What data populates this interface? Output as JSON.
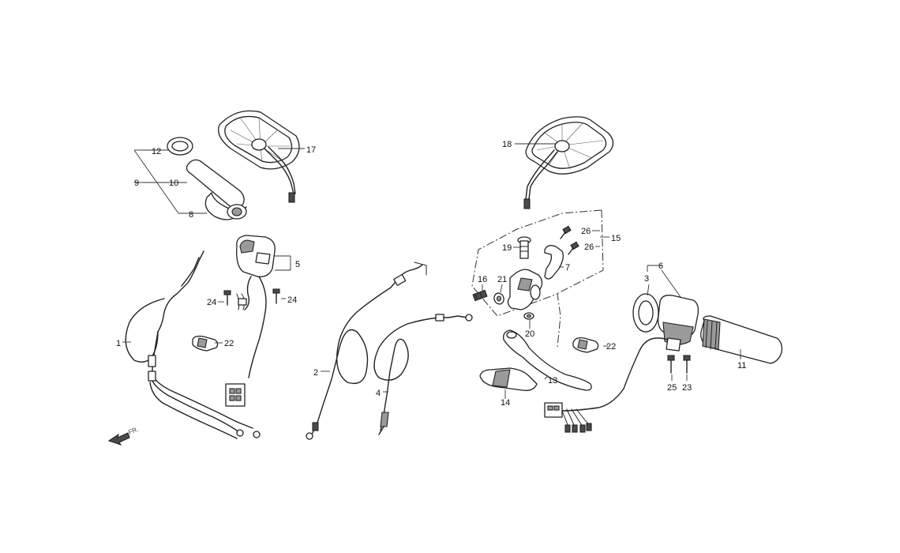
{
  "callouts": {
    "c1": "1",
    "c2": "2",
    "c3": "3",
    "c4": "4",
    "c5": "5",
    "c6": "6",
    "c7": "7",
    "c8": "8",
    "c9": "9",
    "c10": "10",
    "c11": "11",
    "c12": "12",
    "c13": "13",
    "c14": "14",
    "c15": "15",
    "c16": "16",
    "c17": "17",
    "c18": "18",
    "c19": "19",
    "c20": "20",
    "c21": "21",
    "c22a": "22",
    "c22b": "22",
    "c23": "23",
    "c24a": "24",
    "c24b": "24",
    "c25": "25",
    "c26a": "26",
    "c26b": "26"
  },
  "front_indicator": {
    "label": "FR.",
    "icon": "front-arrow-icon"
  }
}
